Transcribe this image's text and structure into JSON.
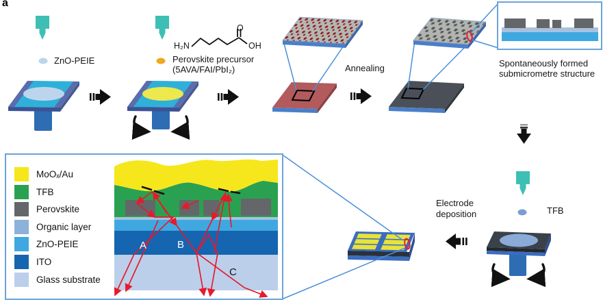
{
  "figure_label": "a",
  "process": {
    "step1": {
      "material_label": "ZnO-PEIE"
    },
    "step2": {
      "molecule": {
        "amine": "H₂N",
        "carbonyl_o": "O",
        "hydroxyl": "OH"
      },
      "label_line1": "Perovskite precursor",
      "label_line2": "(5AVA/FAI/PbI₂)"
    },
    "step3": {
      "label": "Annealing"
    },
    "step4": {
      "caption_line1": "Spontaneously formed",
      "caption_line2": "submicrometre structure"
    },
    "step5": {
      "material_label": "TFB"
    },
    "step6": {
      "label_line1": "Electrode",
      "label_line2": "deposition"
    }
  },
  "inset": {
    "legend": {
      "items": [
        {
          "label": "MoOₓ/Au",
          "color": "#f5e71c"
        },
        {
          "label": "TFB",
          "color": "#2aa150"
        },
        {
          "label": "Perovskite",
          "color": "#63676a"
        },
        {
          "label": "Organic layer",
          "color": "#8cb2dc"
        },
        {
          "label": "ZnO-PEIE",
          "color": "#3fa8e0"
        },
        {
          "label": "ITO",
          "color": "#1565b0"
        },
        {
          "label": "Glass substrate",
          "color": "#bccfea"
        }
      ]
    },
    "ray_labels": {
      "a": "A",
      "b": "B",
      "c": "C"
    }
  },
  "colors": {
    "dropper_teal": "#3dbfb4",
    "substrate_blue": "#5a6dad",
    "substrate_cyan": "#2fb0d9",
    "chuck_blue": "#2e6cb4",
    "glass_edge_blue": "#4a7fc8",
    "zno_disc": "#bdd5ec",
    "precursor_disc": "#ece84e",
    "precursor_film_red": "#b25a5c",
    "annealed_film_dark": "#4b5058",
    "electrode_pad_yellow": "#e8e23c",
    "zoom_line_blue": "#4a90d9",
    "inset_border_blue": "#6aa3d8",
    "ray_red": "#e8192c",
    "precursor_dot_orange": "#f0a81e",
    "tfb_dot_blue": "#7a9ed2"
  }
}
